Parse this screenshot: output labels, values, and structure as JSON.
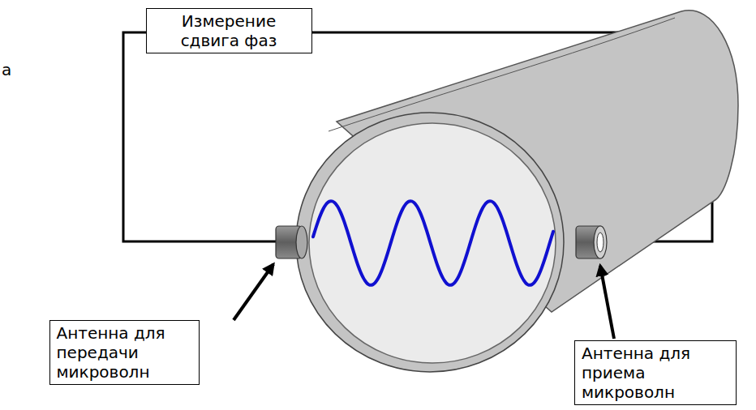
{
  "diagram": {
    "nodes": [
      {
        "text": [
          "Измерение сдвига фаз"
        ]
      },
      {
        "text": [
          "Антенна для передачи микроволн"
        ]
      },
      {
        "text": [
          "Антенна для приема микроволн"
        ]
      }
    ],
    "labels": [
      "а"
    ]
  }
}
